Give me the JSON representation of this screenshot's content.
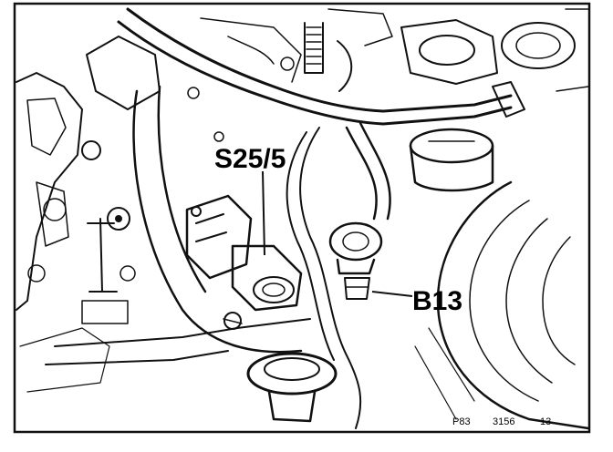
{
  "callouts": {
    "switch_label": "S25/5",
    "sensor_label": "B13"
  },
  "figure_ref": {
    "code": "P83",
    "number": "3156",
    "sheet": "13"
  },
  "colors": {
    "ink": "#111111",
    "paper": "#ffffff"
  }
}
